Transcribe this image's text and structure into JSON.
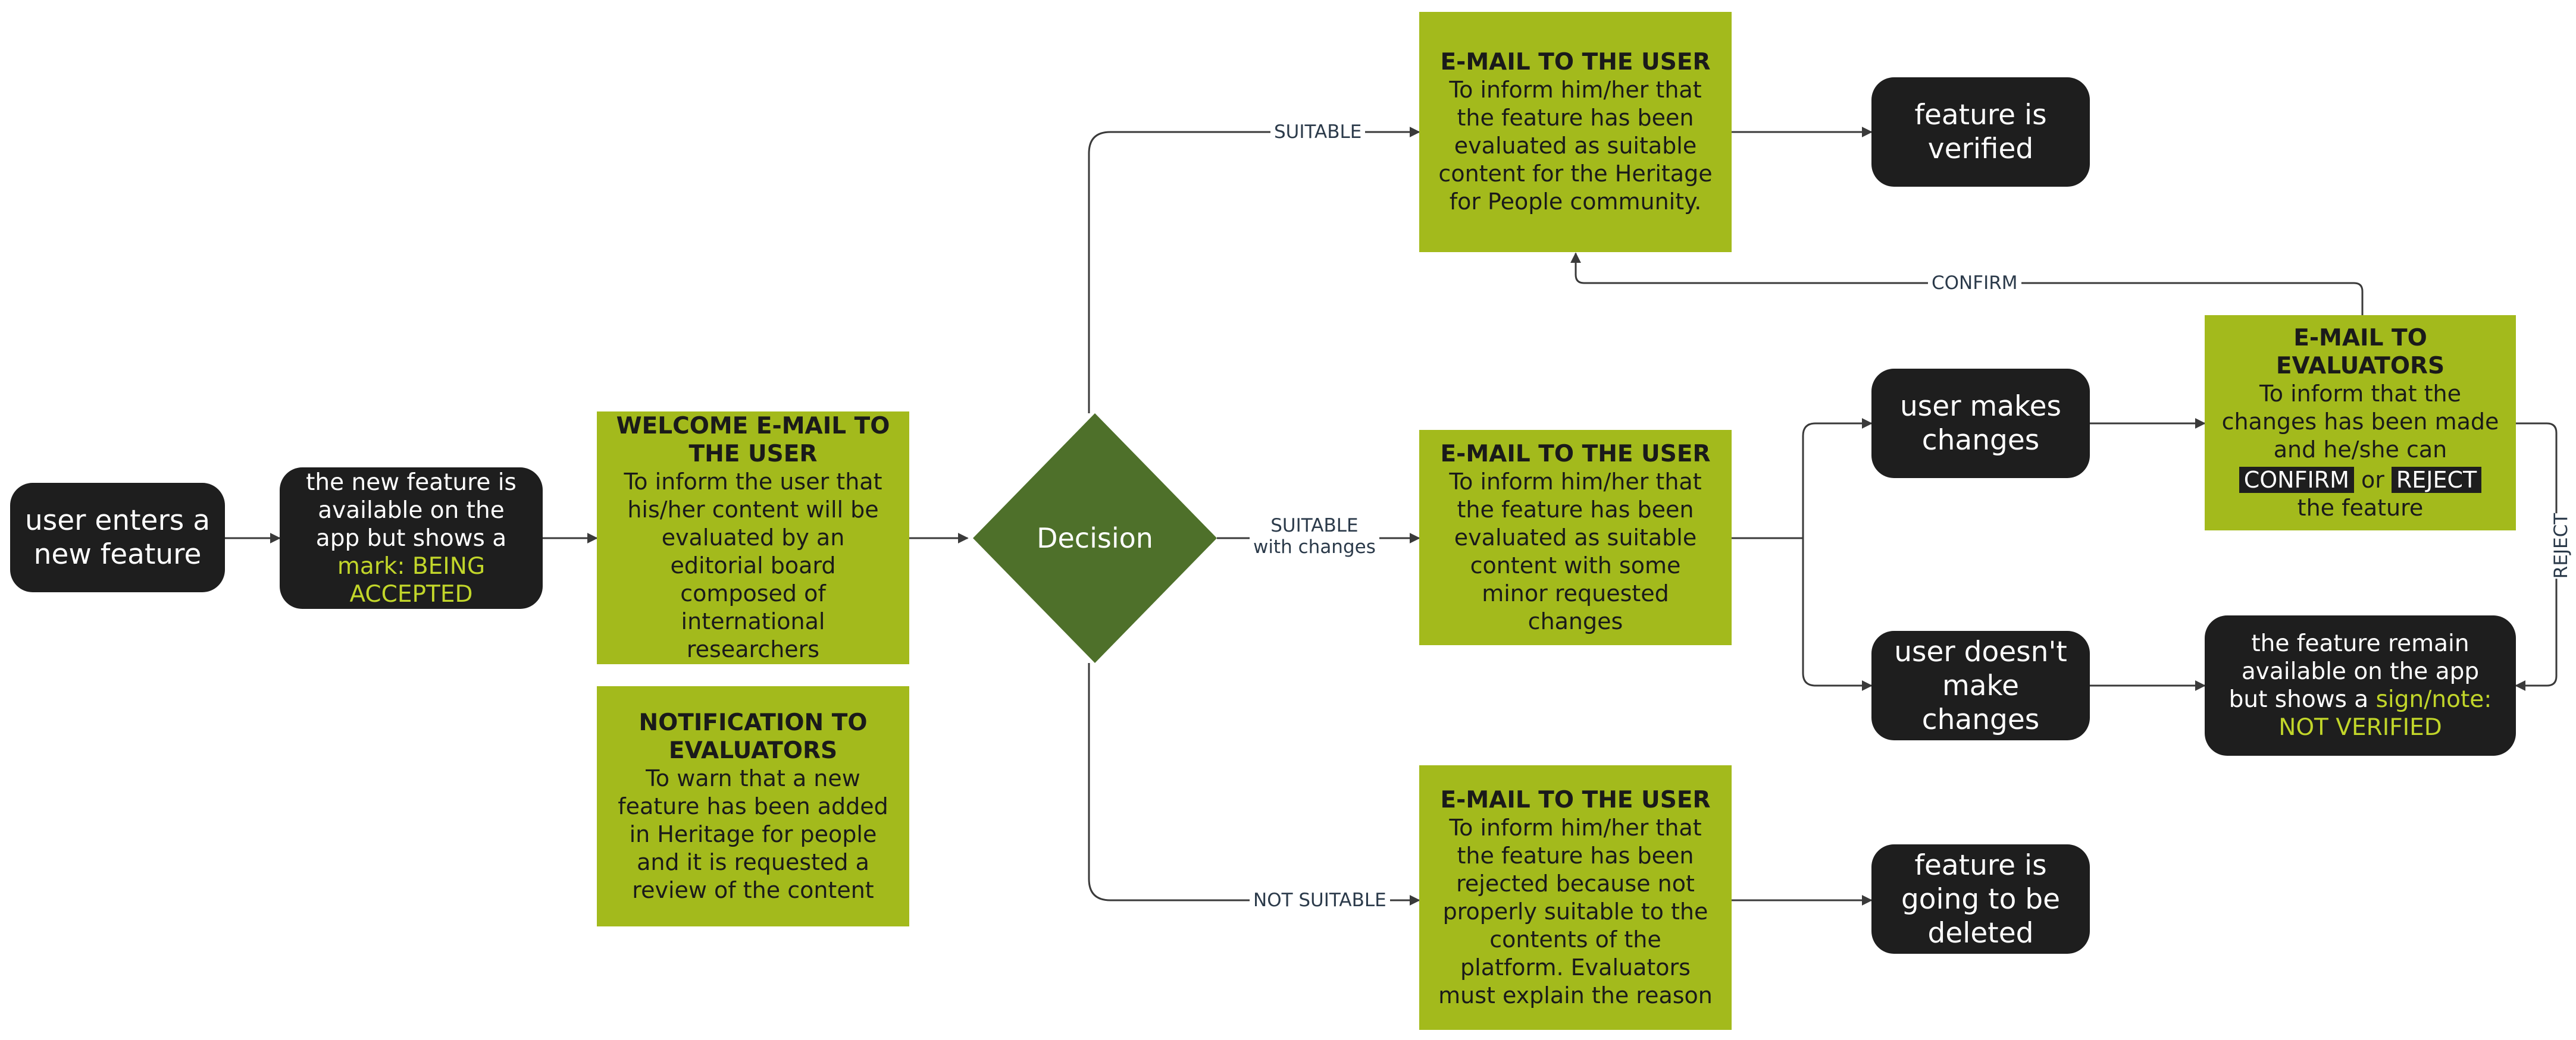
{
  "nodes": {
    "start": {
      "text": "user enters a new feature"
    },
    "available": {
      "pre": "the new feature is available on the app but shows a ",
      "highlight": "mark: BEING ACCEPTED"
    },
    "welcome": {
      "title": "WELCOME E-MAIL TO THE USER",
      "body": "To inform the user that his/her content will be evaluated by an editorial board composed of international researchers"
    },
    "notification": {
      "title": "NOTIFICATION TO EVALUATORS",
      "body": "To warn that a new feature has been added in Heritage for people and it is requested a review of the content"
    },
    "decision": {
      "text": "Decision"
    },
    "email_suitable": {
      "title": "E-MAIL TO THE USER",
      "body": "To inform him/her that the feature has been evaluated as suitable content for the Heritage for People community."
    },
    "email_changes": {
      "title": "E-MAIL TO THE USER",
      "body": "To inform him/her that the feature has been evaluated as suitable content with some minor requested changes"
    },
    "email_rejected": {
      "title": "E-MAIL TO THE USER",
      "body": "To inform him/her that the feature has been rejected because not properly suitable to the contents of the platform. Evaluators must explain the reason"
    },
    "verified": {
      "text": "feature is verified"
    },
    "makes_changes": {
      "text": "user makes changes"
    },
    "no_changes": {
      "text": "user doesn't make changes"
    },
    "email_evaluators": {
      "title": "E-MAIL TO EVALUATORS",
      "body": "To inform that the changes has been made and he/she can",
      "confirm": "CONFIRM",
      "or": " or ",
      "reject": "REJECT",
      "tail": "the feature"
    },
    "not_verified": {
      "pre": "the feature remain available on the app but shows a ",
      "highlight": "sign/note: NOT VERIFIED"
    },
    "deleted": {
      "text": "feature is going to be deleted"
    }
  },
  "edge_labels": {
    "suitable": "SUITABLE",
    "suitable_changes_1": "SUITABLE",
    "suitable_changes_2": "with changes",
    "not_suitable": "NOT SUITABLE",
    "confirm": "CONFIRM",
    "reject": "REJECT"
  },
  "colors": {
    "dark": "#1e1e1e",
    "green": "#a3ba1c",
    "diamond": "#4e702a",
    "highlight": "#c2d62a",
    "line": "#3a3a3a"
  }
}
